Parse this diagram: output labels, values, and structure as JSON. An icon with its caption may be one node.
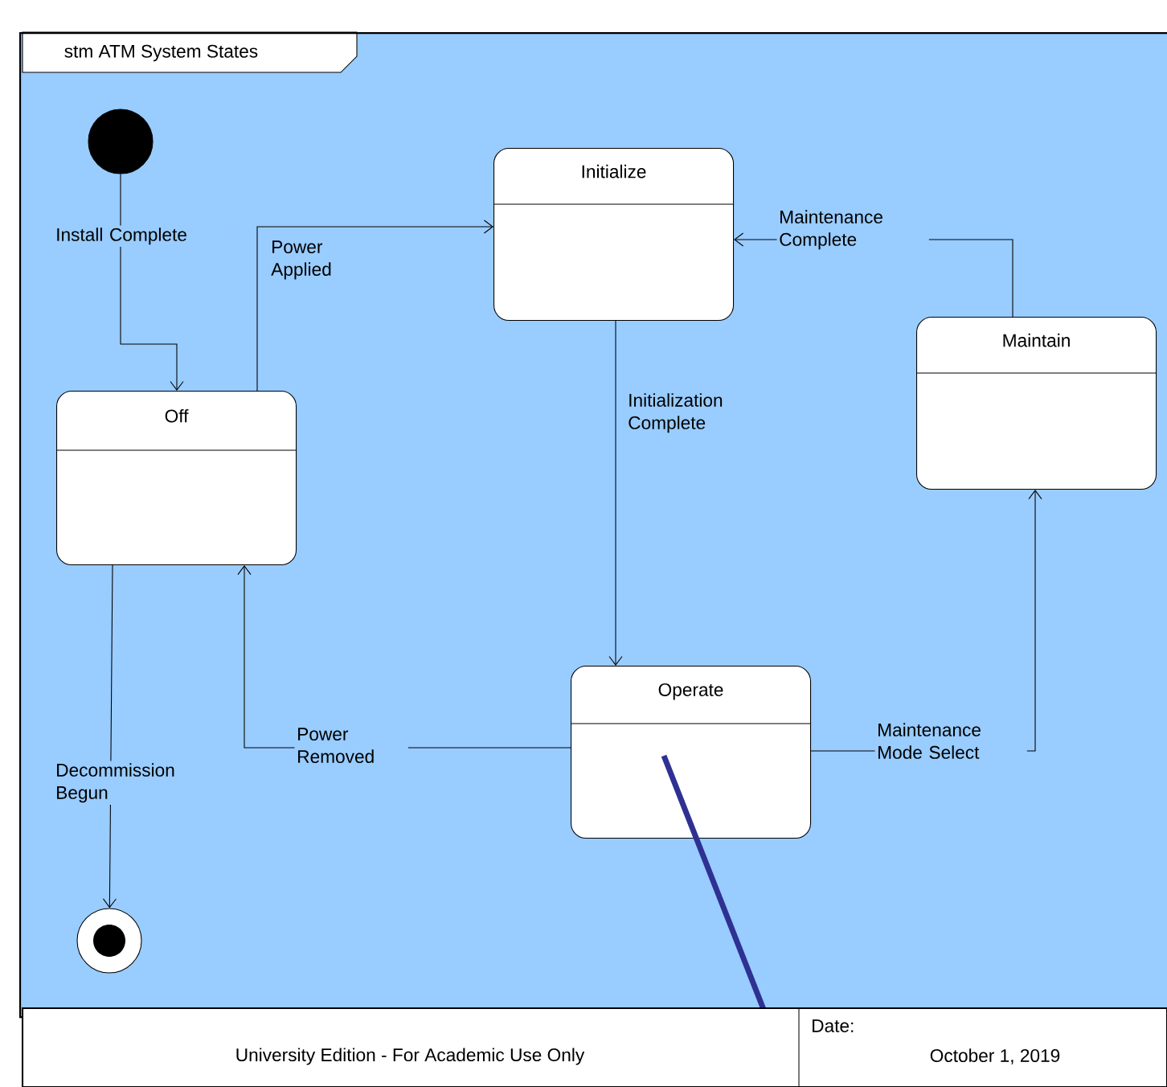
{
  "diagram": {
    "nodes": [
      {
        "text": [
          "stm ATM System States"
        ]
      },
      {
        "text": [],
        "shape": "circle",
        "in": 0
      },
      {
        "text": [
          "Off"
        ],
        "in": 0
      },
      {
        "text": [
          "Initialize"
        ],
        "in": 0
      },
      {
        "text": [
          "Maintain"
        ],
        "in": 0
      },
      {
        "text": [
          "Operate"
        ],
        "in": 0
      },
      {
        "text": [],
        "shape": "circle",
        "in": 0
      }
    ],
    "edges": [
      {
        "from": 1,
        "to": 2,
        "arrow": "to",
        "label": "Install Complete"
      },
      {
        "from": 2,
        "to": 3,
        "arrow": "to",
        "label": "Power Applied"
      },
      {
        "from": 3,
        "to": 5,
        "arrow": "to",
        "label": "Initialization Complete"
      },
      {
        "from": 4,
        "to": 3,
        "arrow": "to",
        "label": "Maintenance Complete"
      },
      {
        "from": 5,
        "to": 2,
        "arrow": "to",
        "label": "Power Removed"
      },
      {
        "from": 5,
        "to": 4,
        "arrow": "to",
        "label": "Maintenance Mode Select"
      },
      {
        "from": 2,
        "to": 6,
        "arrow": "to",
        "label": "Decommission Begun"
      }
    ],
    "labels": [
      "University Edition - For Academic Use Only",
      "Date:",
      "October 1, 2019"
    ]
  }
}
